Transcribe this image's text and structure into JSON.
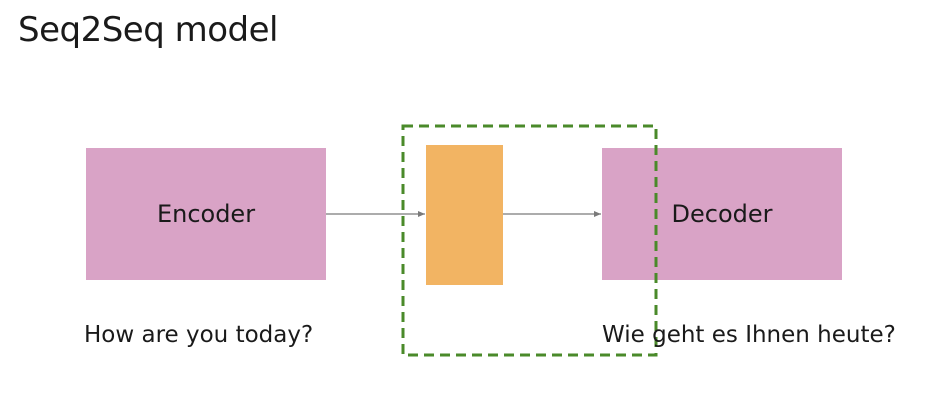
{
  "title": "Seq2Seq model",
  "encoder": {
    "label": "Encoder"
  },
  "decoder": {
    "label": "Decoder"
  },
  "input_sentence": "How are you today?",
  "output_sentence": "Wie geht es Ihnen heute?",
  "colors": {
    "block": "#d9a3c6",
    "context_vector": "#f2b463",
    "highlight_border": "#4a8a2a",
    "arrow": "#7a7a7a"
  }
}
